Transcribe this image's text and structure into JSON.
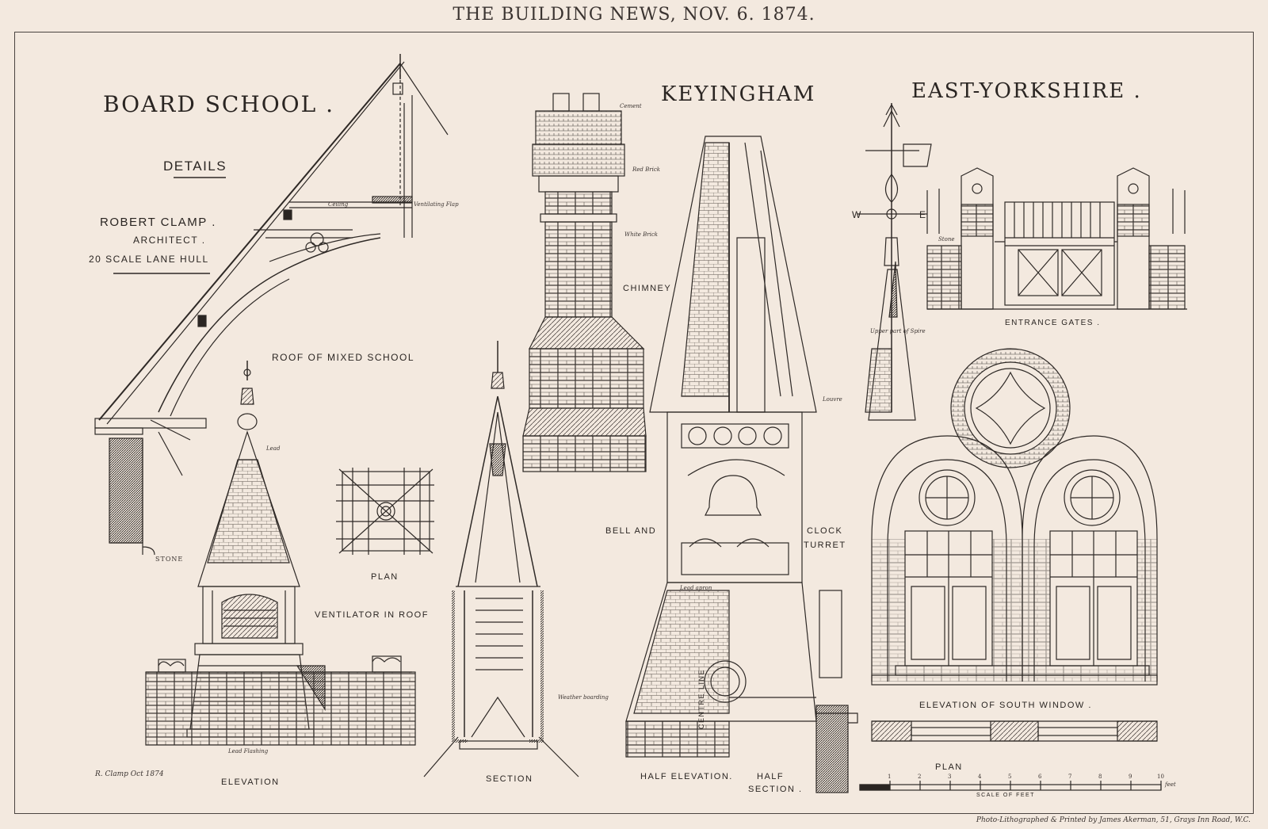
{
  "header": {
    "title": "THE BUILDING NEWS, NOV. 6. 1874."
  },
  "titles": {
    "board_school": "BOARD SCHOOL .",
    "keyingham": "KEYINGHAM",
    "east_yorkshire": "EAST-YORKSHIRE .",
    "details": "DETAILS",
    "architect_name": "ROBERT CLAMP .",
    "architect_role": "ARCHITECT .",
    "architect_address": "20 SCALE LANE HULL"
  },
  "labels": {
    "roof_mixed_school": "ROOF OF MIXED SCHOOL",
    "chimney": "CHIMNEY",
    "bell_and": "BELL AND",
    "clock_turret_1": "CLOCK",
    "clock_turret_2": "TURRET",
    "entrance_gates": "ENTRANCE GATES .",
    "plan_ventilator": "PLAN",
    "ventilator_in_roof": "VENTILATOR IN ROOF",
    "elevation": "ELEVATION",
    "section": "SECTION",
    "half_elevation": "HALF ELEVATION.",
    "half_section_1": "HALF",
    "half_section_2": "SECTION .",
    "centre_line": "CENTRE LINE",
    "elevation_south_window": "ELEVATION OF SOUTH WINDOW .",
    "plan_window": "PLAN",
    "scale_of_feet": "SCALE OF FEET",
    "compass_w": "W",
    "compass_e": "E"
  },
  "notes": {
    "cement": "Cement",
    "red_brick": "Red Brick",
    "white_brick": "White Brick",
    "stone": "STONE",
    "lead": "Lead",
    "lead_flashing": "Lead Flashing",
    "lead_apron": "Lead apron",
    "weather_boarding": "Weather boarding",
    "ventilating_flap": "Ventilating Flap",
    "ceiling": "Ceiling",
    "upper_part_of_spire": "Upper part of Spire",
    "louvre": "Louvre",
    "stone_gate": "Stone"
  },
  "scale": {
    "ticks": [
      "1",
      "2",
      "3",
      "4",
      "5",
      "6",
      "7",
      "8",
      "9",
      "10"
    ],
    "unit": "feet"
  },
  "signature": "R. Clamp Oct 1874",
  "imprint": "Photo-Lithographed & Printed by James Akerman, 51, Grays Inn Road, W.C."
}
